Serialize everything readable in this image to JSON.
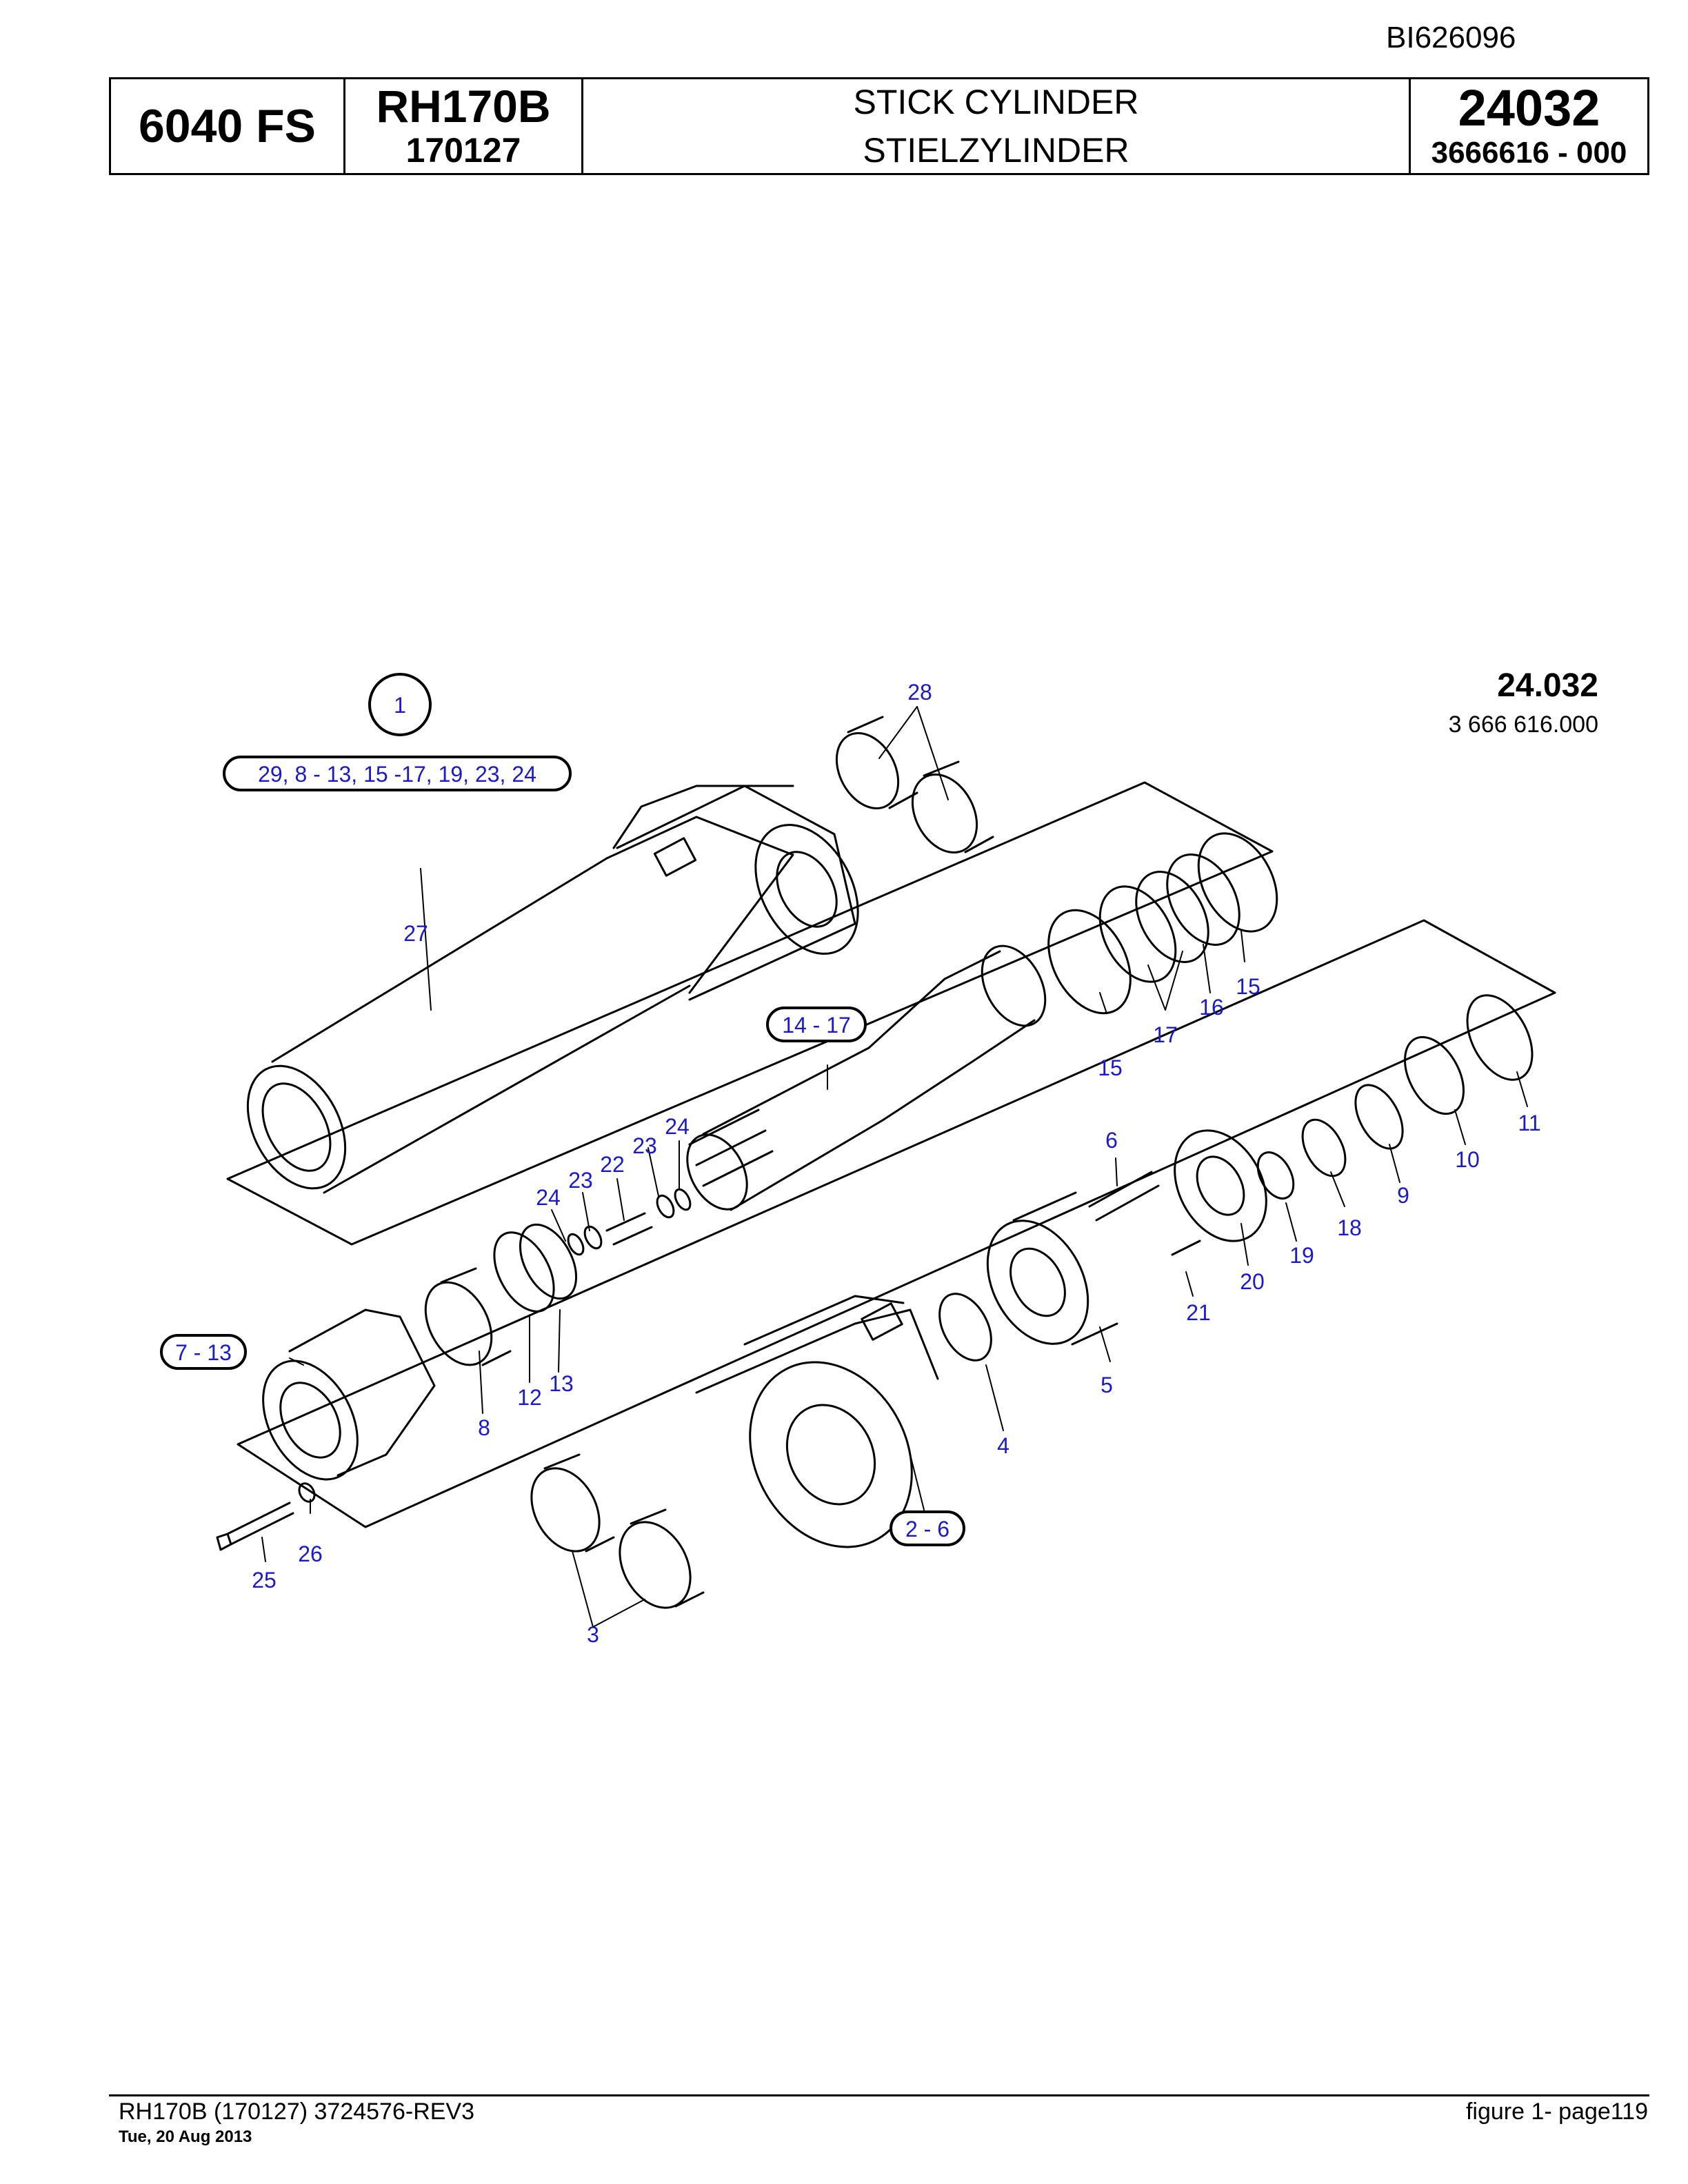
{
  "document": {
    "doc_id": "BI626096",
    "header": {
      "model_code": "6040 FS",
      "model": "RH170B",
      "serial": "170127",
      "title_en": "STICK CYLINDER",
      "title_de": "STIELZYLINDER",
      "group_no": "24032",
      "part_no": "3666616  - 000"
    },
    "figure_ref": {
      "group": "24.032",
      "part": "3 666 616.000"
    },
    "callouts": {
      "c1": "1",
      "kit_1": "29, 8 - 13, 15 -17, 19, 23, 24",
      "kit_2": "14 - 17",
      "kit_3": "7 - 13",
      "kit_4": "2 - 6",
      "n3": "3",
      "n4": "4",
      "n5": "5",
      "n6": "6",
      "n8": "8",
      "n9": "9",
      "n10": "10",
      "n11": "11",
      "n12": "12",
      "n13": "13",
      "n15a": "15",
      "n15b": "15",
      "n16": "16",
      "n17": "17",
      "n18": "18",
      "n19": "19",
      "n20": "20",
      "n21": "21",
      "n22": "22",
      "n23a": "23",
      "n23b": "23",
      "n24a": "24",
      "n24b": "24",
      "n25": "25",
      "n26": "26",
      "n27": "27",
      "n28": "28"
    },
    "footer": {
      "left": "RH170B (170127) 3724576-REV3",
      "date": "Tue, 20 Aug 2013",
      "right": "figure  1- page119"
    },
    "colors": {
      "callout": "#1a1acc",
      "line": "#000000"
    }
  }
}
